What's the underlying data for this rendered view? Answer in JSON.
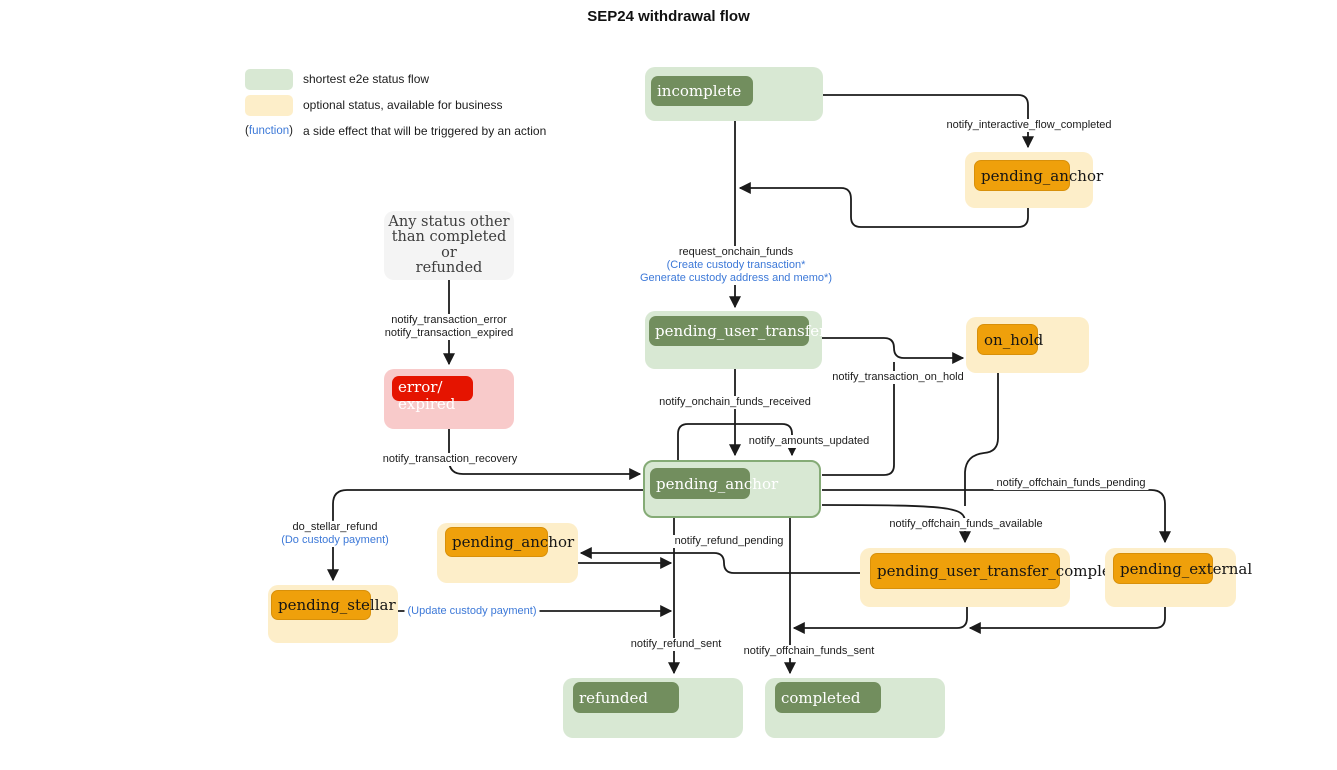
{
  "title": "SEP24 withdrawal flow",
  "legend": {
    "green": "shortest e2e status flow",
    "yellow": "optional status, available for business",
    "function_open": "(",
    "function_word": "function",
    "function_close": ")",
    "function_desc": "a side effect that will be triggered by an action"
  },
  "colors": {
    "green_container": "#d8e8d3",
    "green_inner": "#728e5e",
    "green_border": "#85ab76",
    "yellow_container": "#fdeec9",
    "orange_inner": "#efa00b",
    "red_container": "#f8caca",
    "red_inner": "#e51400",
    "gray_container": "#f4f4f4",
    "function_blue": "#3d79d8",
    "edge_stroke": "#1b1b1b"
  },
  "nodes": {
    "incomplete": {
      "label": "incomplete"
    },
    "pending_anchor_top": {
      "label": "pending_anchor"
    },
    "any_status": {
      "line1": "Any status other",
      "line2": "than completed or",
      "line3": "refunded"
    },
    "pending_user_transfer_start": {
      "label": "pending_user_transfer_start"
    },
    "on_hold": {
      "label": "on_hold"
    },
    "error_expired": {
      "line1": "error/",
      "line2": "expired"
    },
    "pending_anchor_center": {
      "label": "pending_anchor"
    },
    "pending_anchor_refund": {
      "label": "pending_anchor"
    },
    "pending_stellar": {
      "label": "pending_stellar"
    },
    "pending_user_transfer_complete": {
      "label": "pending_user_transfer_complete"
    },
    "pending_external": {
      "label": "pending_external"
    },
    "refunded": {
      "label": "refunded"
    },
    "completed": {
      "label": "completed"
    }
  },
  "edge_labels": {
    "notify_interactive_flow_completed": "notify_interactive_flow_completed",
    "request_onchain_funds": "request_onchain_funds",
    "request_onchain_funds_fn1": "(Create custody transaction*",
    "request_onchain_funds_fn2": "Generate custody address and memo*)",
    "notify_onchain_funds_received": "notify_onchain_funds_received",
    "notify_amounts_updated": "notify_amounts_updated",
    "notify_transaction_on_hold": "notify_transaction_on_hold",
    "notify_transaction_error": "notify_transaction_error",
    "notify_transaction_expired": "notify_transaction_expired",
    "notify_transaction_recovery": "notify_transaction_recovery",
    "do_stellar_refund": "do_stellar_refund",
    "do_stellar_refund_fn": "(Do custody payment)",
    "update_custody_payment_fn": "(Update custody payment)",
    "notify_refund_pending": "notify_refund_pending",
    "notify_refund_sent": "notify_refund_sent",
    "notify_offchain_funds_sent": "notify_offchain_funds_sent",
    "notify_offchain_funds_available": "notify_offchain_funds_available",
    "notify_offchain_funds_pending": "notify_offchain_funds_pending"
  }
}
